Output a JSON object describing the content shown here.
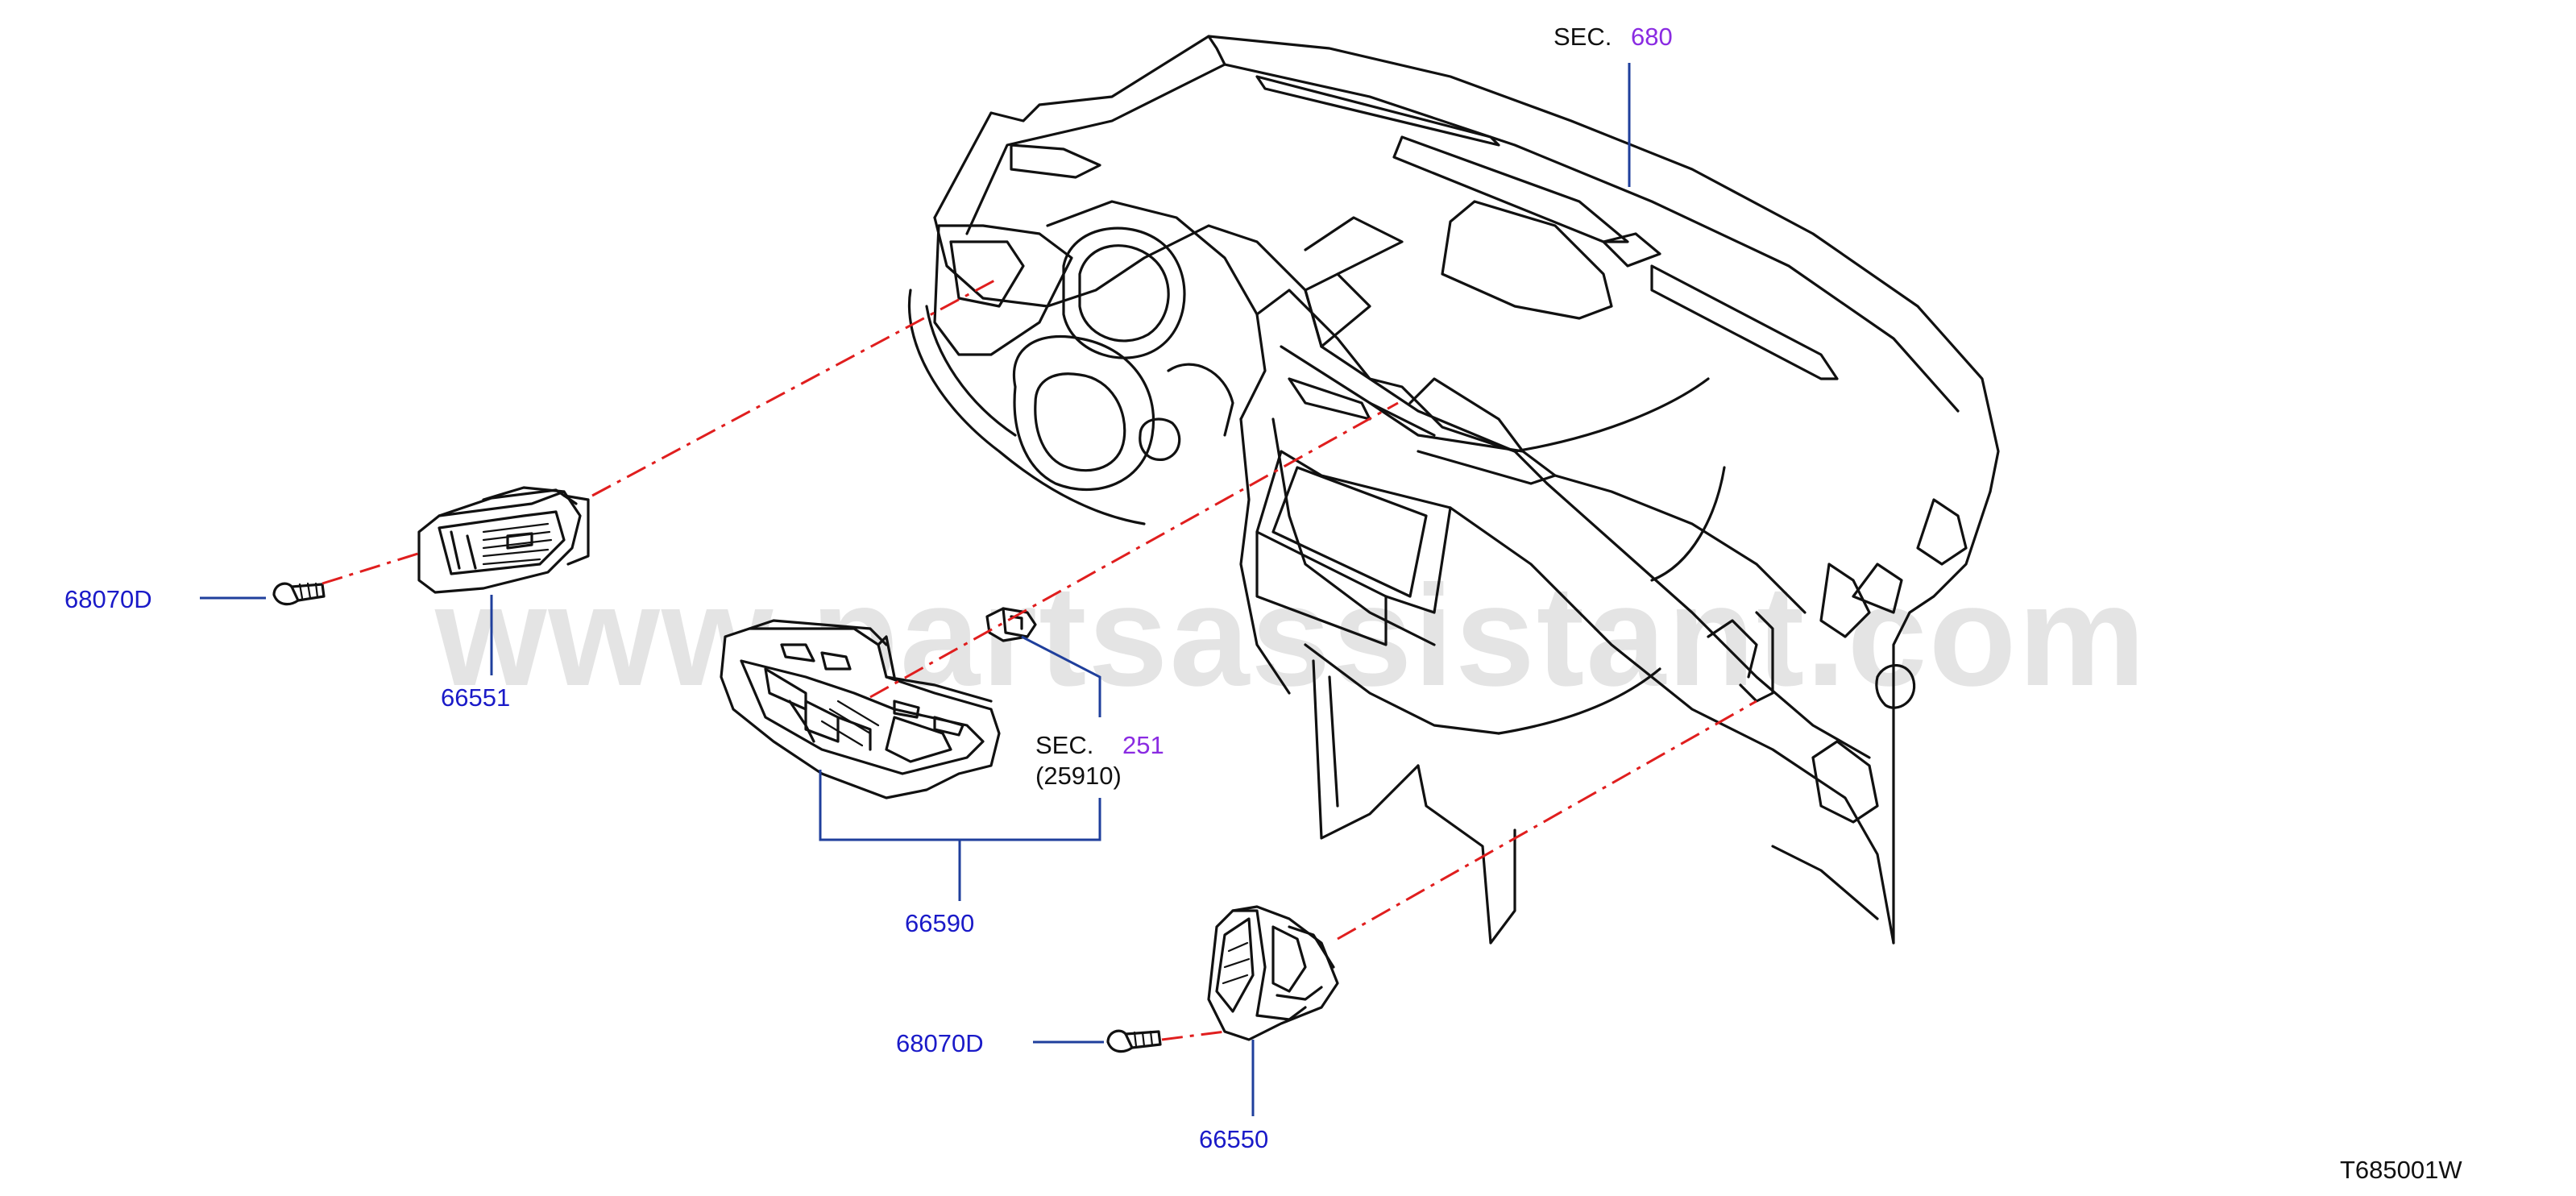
{
  "watermark": "www.partsassistant.com",
  "diagram_code": "T685001W",
  "references": {
    "sec_680": {
      "prefix": "SEC.",
      "number": "680"
    },
    "sec_251": {
      "prefix": "SEC.",
      "number": "251",
      "sub": "(25910)"
    }
  },
  "part_labels": {
    "screw_upper": "68070D",
    "vent_left": "66551",
    "vent_center": "66590",
    "screw_lower": "68070D",
    "vent_right": "66550"
  },
  "colors": {
    "part_label": "#1a1ac8",
    "section_number": "#8a2be2",
    "leader_line": "#1f3f9c",
    "assembly_line": "#e01e1e"
  }
}
